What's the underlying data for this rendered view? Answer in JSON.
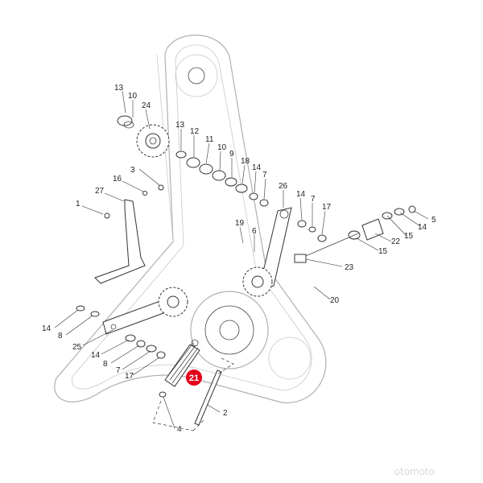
{
  "callouts": {
    "c1": "1",
    "c2": "2",
    "c3": "3",
    "c4": "4",
    "c5": "5",
    "c6": "6",
    "c7a": "7",
    "c7b": "7",
    "c7c": "7",
    "c8a": "8",
    "c8b": "8",
    "c9": "9",
    "c10a": "10",
    "c10b": "10",
    "c11": "11",
    "c12": "12",
    "c13a": "13",
    "c13b": "13",
    "c14a": "14",
    "c14b": "14",
    "c14c": "14",
    "c14d": "14",
    "c15a": "15",
    "c15b": "15",
    "c16": "16",
    "c17a": "17",
    "c17b": "17",
    "c18": "18",
    "c19": "19",
    "c20": "20",
    "c22": "22",
    "c23": "23",
    "c24": "24",
    "c25": "25",
    "c26": "26",
    "c27": "27"
  },
  "highlight": {
    "label": "21",
    "color": "#e3001b"
  },
  "watermark": "otomoto"
}
